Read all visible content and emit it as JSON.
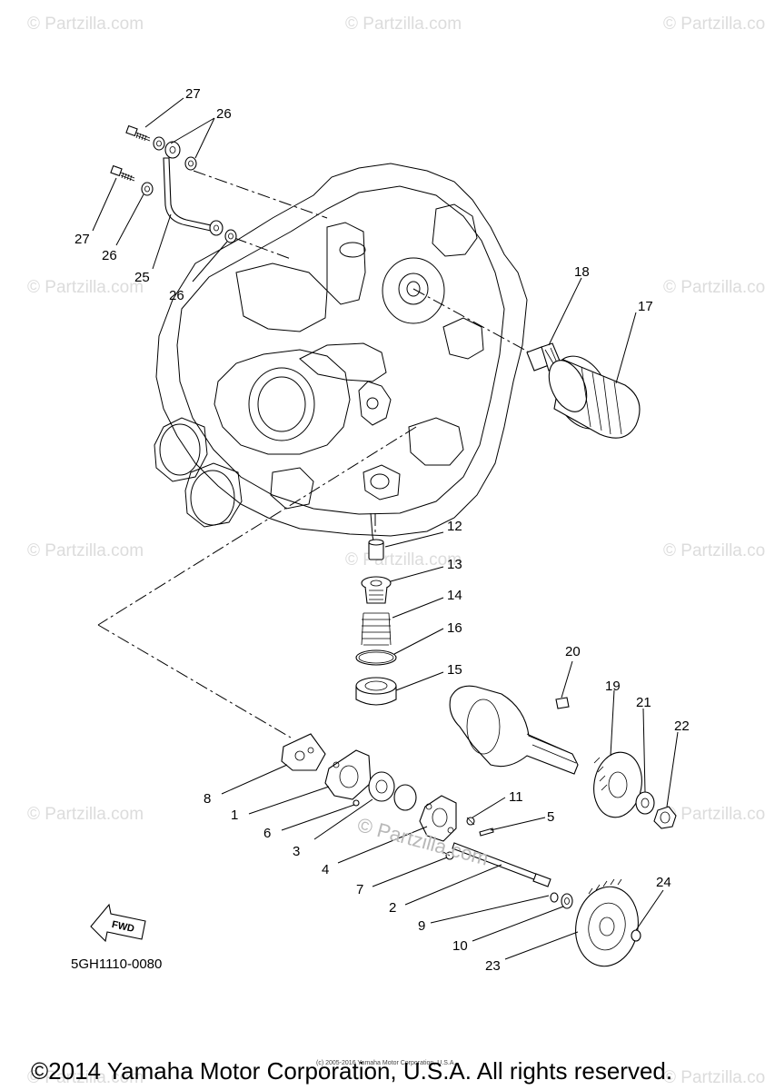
{
  "watermark": "© Partzilla.com",
  "diagram_code": "5GH1110-0080",
  "fwd_label": "FWD",
  "copyright": "©2014 Yamaha Motor Corporation, U.S.A. All rights reserved.",
  "fine_print": "(c) 2005-2016 Yamaha Motor Corporation, U.S.A.",
  "center_watermark": "© Partzilla.com",
  "callouts": {
    "c1": "1",
    "c2": "2",
    "c3": "3",
    "c4": "4",
    "c5": "5",
    "c6": "6",
    "c7": "7",
    "c8": "8",
    "c9": "9",
    "c10": "10",
    "c11": "11",
    "c12": "12",
    "c13": "13",
    "c14": "14",
    "c15": "15",
    "c16": "16",
    "c17": "17",
    "c18": "18",
    "c19": "19",
    "c20": "20",
    "c21": "21",
    "c22": "22",
    "c23": "23",
    "c24": "24",
    "c25": "25",
    "c26a": "26",
    "c26b": "26",
    "c26c": "26",
    "c27a": "27",
    "c27b": "27"
  }
}
